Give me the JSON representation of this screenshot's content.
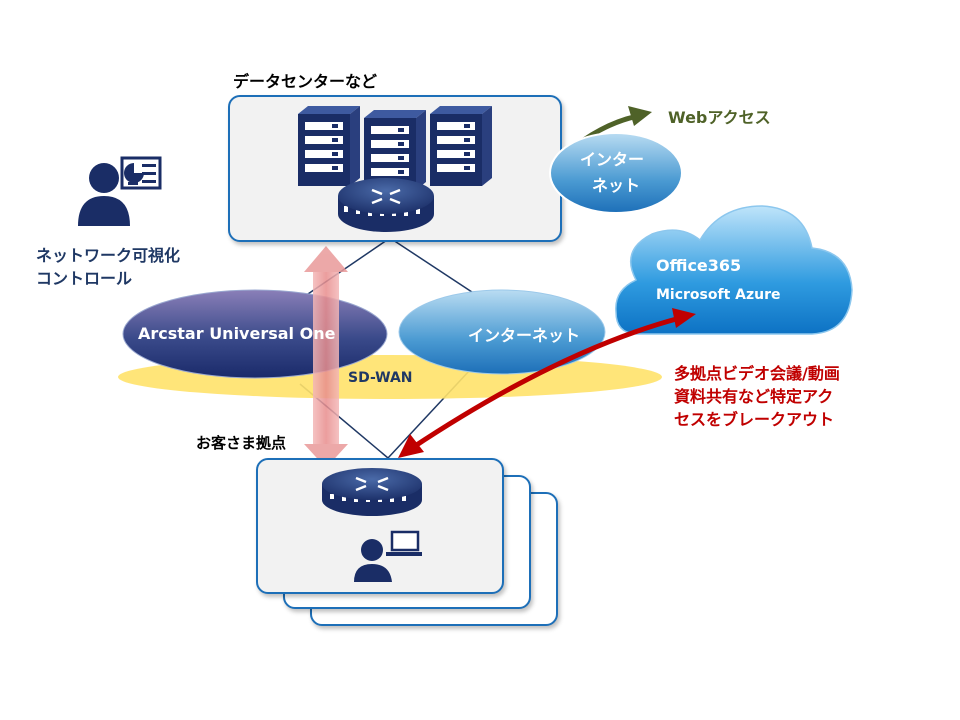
{
  "datacenter": {
    "label": "データセンターなど"
  },
  "internet_top": {
    "line1": "インター",
    "line2": "ネット"
  },
  "web_access": {
    "label": "Webアクセス"
  },
  "cloud": {
    "line1": "Office365",
    "line2": "Microsoft Azure"
  },
  "network_visibility": {
    "line1": "ネットワーク可視化",
    "line2": "コントロール"
  },
  "arcstar": {
    "label": "Arcstar Universal One"
  },
  "internet_mid": {
    "label": "インターネット"
  },
  "sdwan": {
    "label": "SD-WAN"
  },
  "breakout": {
    "line1": "多拠点ビデオ会議/動画",
    "line2": "資料共有など特定アク",
    "line3": "セスをブレークアウト"
  },
  "customer_site": {
    "label": "お客さま拠点"
  },
  "colors": {
    "accent_blue": "#1d6fb8",
    "navy": "#1f3864",
    "green": "#4f6228",
    "red": "#c00000",
    "sdwan_yellow": "#ffe26a"
  }
}
